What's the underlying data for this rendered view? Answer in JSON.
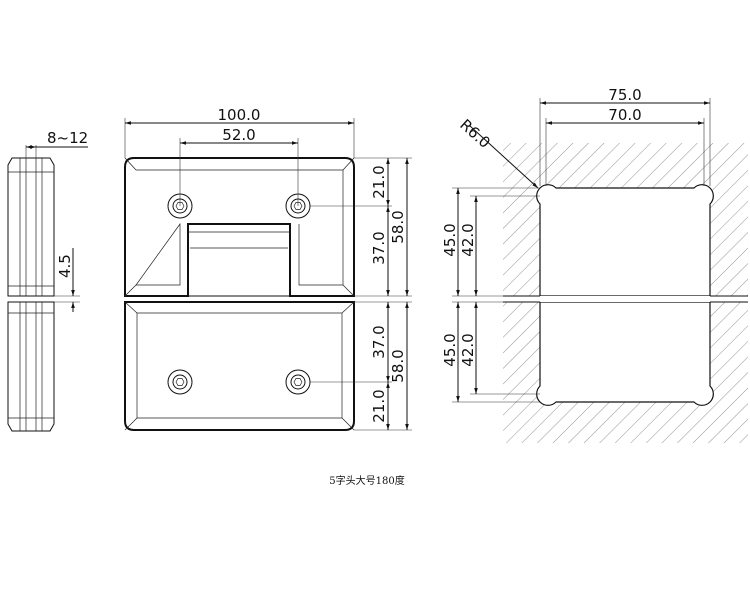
{
  "side_view": {
    "dim_thickness": "8~12",
    "dim_gap": "4.5"
  },
  "front_view": {
    "dim_overall_width": "100.0",
    "dim_hole_spacing": "52.0",
    "upper_leaf": {
      "dim_hole_to_top": "21.0",
      "dim_knuckle": "37.0",
      "dim_height": "58.0"
    },
    "lower_leaf": {
      "dim_knuckle": "37.0",
      "dim_height": "58.0",
      "dim_hole_to_bottom": "21.0"
    }
  },
  "glass_cutout": {
    "dim_outer_width": "75.0",
    "dim_inner_width": "70.0",
    "dim_radius": "R6.0",
    "upper": {
      "dim_outer_height": "45.0",
      "dim_inner_height": "42.0"
    },
    "lower": {
      "dim_outer_height": "45.0",
      "dim_inner_height": "42.0"
    }
  },
  "caption": "5字头大号180度"
}
